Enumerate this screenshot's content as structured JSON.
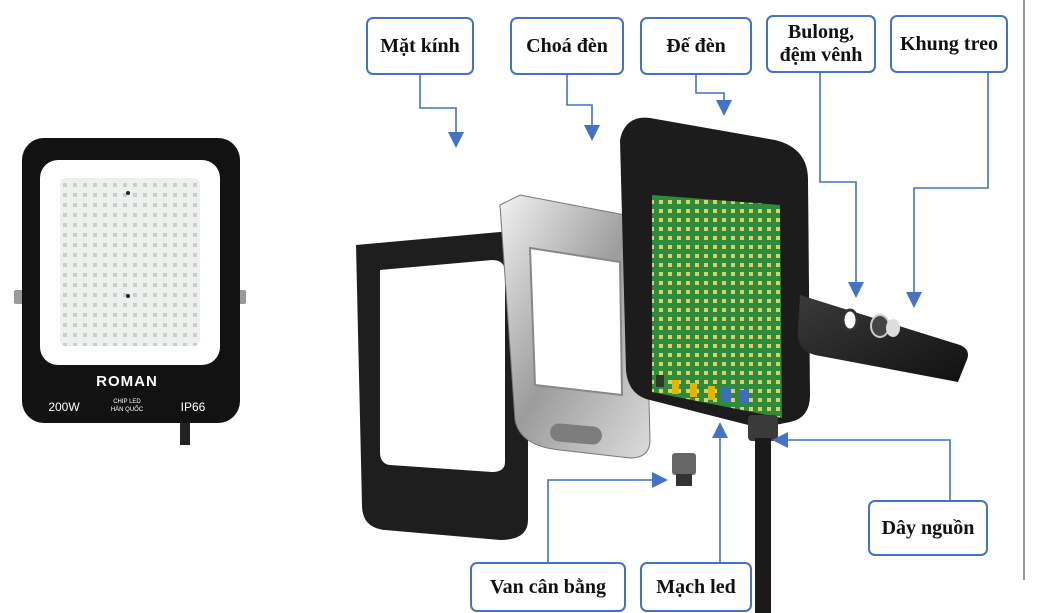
{
  "product": {
    "brand": "ROMAN",
    "power": "200W",
    "chip_line1": "CHIP LED",
    "chip_line2": "HÀN QUỐC",
    "ip_rating": "IP66"
  },
  "labels": {
    "mat_kinh": "Mặt kính",
    "choa_den": "Choá đèn",
    "de_den": "Đế đèn",
    "bulong_line1": "Bulong,",
    "bulong_line2": "đệm vênh",
    "khung_treo": "Khung treo",
    "day_nguon": "Dây nguồn",
    "van_can_bang": "Van cân bằng",
    "mach_led": "Mạch led"
  },
  "colors": {
    "arrow": "#4472c4",
    "housing": "#1a1a1a",
    "pcb": "#2f8a3a"
  }
}
